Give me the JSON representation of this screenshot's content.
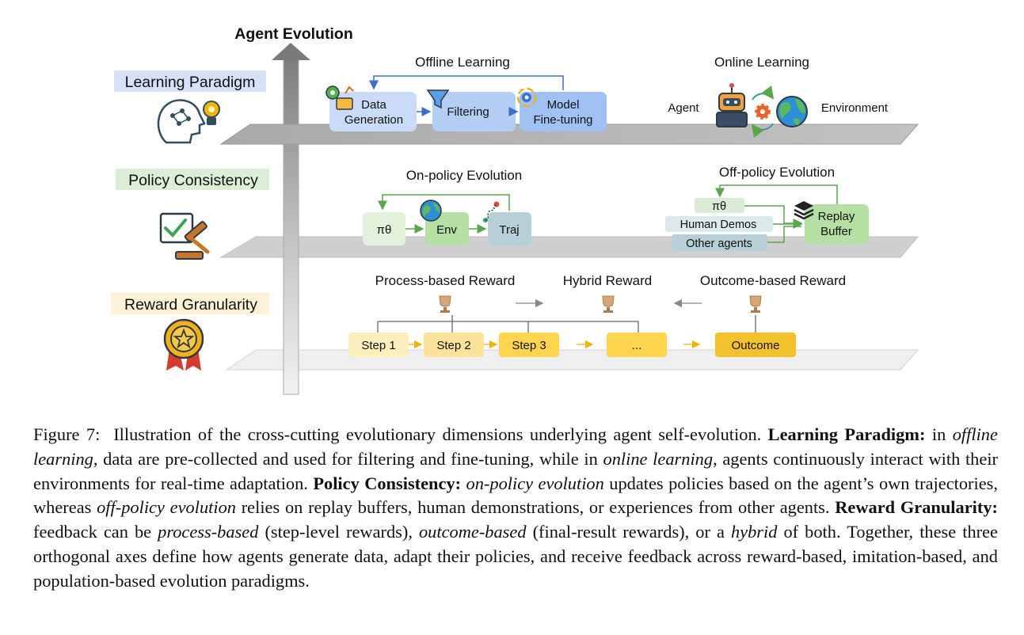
{
  "figure": {
    "axis_title": "Agent Evolution",
    "dimensions": {
      "learning_paradigm": "Learning Paradigm",
      "policy_consistency": "Policy Consistency",
      "reward_granularity": "Reward Granularity"
    },
    "offline": {
      "title": "Offline Learning",
      "data_generation": [
        "Data",
        "Generation"
      ],
      "filtering": "Filtering",
      "model_finetuning": [
        "Model",
        "Fine-tuning"
      ]
    },
    "online": {
      "title": "Online Learning",
      "agent": "Agent",
      "environment": "Environment"
    },
    "on_policy": {
      "title": "On-policy Evolution",
      "policy": "πθ",
      "env": "Env",
      "traj": "Traj"
    },
    "off_policy": {
      "title": "Off-policy Evolution",
      "policy": "πθ",
      "human_demos": "Human Demos",
      "other_agents": "Other agents",
      "replay_buffer": [
        "Replay",
        "Buffer"
      ]
    },
    "reward": {
      "process_title": "Process-based Reward",
      "hybrid_title": "Hybrid Reward",
      "outcome_title": "Outcome-based Reward",
      "steps": [
        "Step 1",
        "Step 2",
        "Step 3",
        "..."
      ],
      "outcome": "Outcome"
    },
    "colors": {
      "learning_paradigm_highlight": "#d6e0f7",
      "policy_consistency_highlight": "#dcefd6",
      "reward_granularity_highlight": "#fdf1d6",
      "box_blue": "#a9c8f5",
      "box_green": "#b6dfa4",
      "box_teal": "#b7cfd6",
      "step_yellow": "#ffd54f",
      "outcome_gold": "#f2c12e",
      "platform_gray": "#b9b9b9"
    }
  },
  "caption": {
    "label": "Figure 7:",
    "intro": "Illustration of the cross-cutting evolutionary dimensions underlying agent self-evolution.",
    "lp_head": "Learning Paradigm:",
    "lp_t1": "in",
    "lp_offline": "offline learning",
    "lp_t2": ", data are pre-collected and used for filtering and fine-tuning, while in",
    "lp_online": "online learning",
    "lp_t3": ", agents continuously interact with their environments for real-time adaptation.",
    "pc_head": "Policy Consistency:",
    "pc_on": "on-policy evolution",
    "pc_t1": "updates policies based on the agent’s own trajectories, whereas",
    "pc_off": "off-policy evolution",
    "pc_t2": "relies on replay buffers, human demonstrations, or experiences from other agents.",
    "rg_head": "Reward Granularity:",
    "rg_t1": "feedback can be",
    "rg_process": "process-based",
    "rg_t2": "(step-level rewards),",
    "rg_outcome": "outcome-based",
    "rg_t3": "(final-result rewards), or a",
    "rg_hybrid": "hybrid",
    "rg_t4": "of both. Together, these three orthogonal axes define how agents generate data, adapt their policies, and receive feedback across reward-based, imitation-based, and population-based evolution paradigms."
  }
}
